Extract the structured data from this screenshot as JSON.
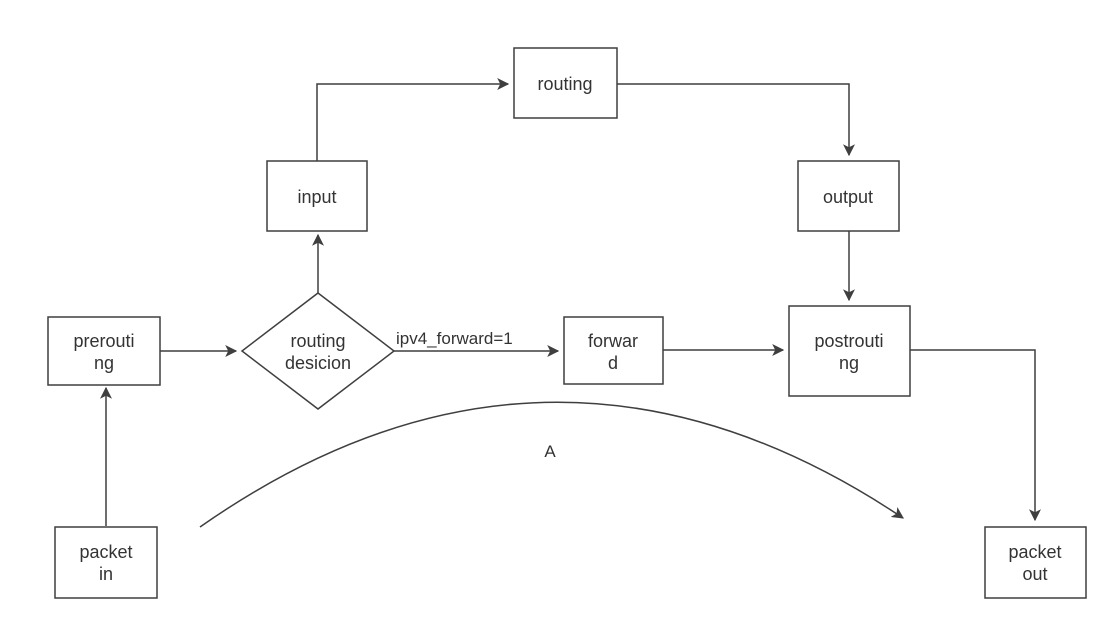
{
  "colors": {
    "stroke": "#3f3f3f",
    "text": "#333333",
    "background": "#ffffff"
  },
  "nodes": {
    "prerouting": {
      "line1": "prerouti",
      "line2": "ng"
    },
    "routing_decision": {
      "line1": "routing",
      "line2": "desicion"
    },
    "input": {
      "label": "input"
    },
    "routing": {
      "label": "routing"
    },
    "output": {
      "label": "output"
    },
    "forward": {
      "line1": "forwar",
      "line2": "d"
    },
    "postrouting": {
      "line1": "postrouti",
      "line2": "ng"
    },
    "packet_in": {
      "line1": "packet",
      "line2": "in"
    },
    "packet_out": {
      "line1": "packet",
      "line2": "out"
    }
  },
  "labels": {
    "forward_condition": "ipv4_forward=1",
    "arc": "A"
  }
}
